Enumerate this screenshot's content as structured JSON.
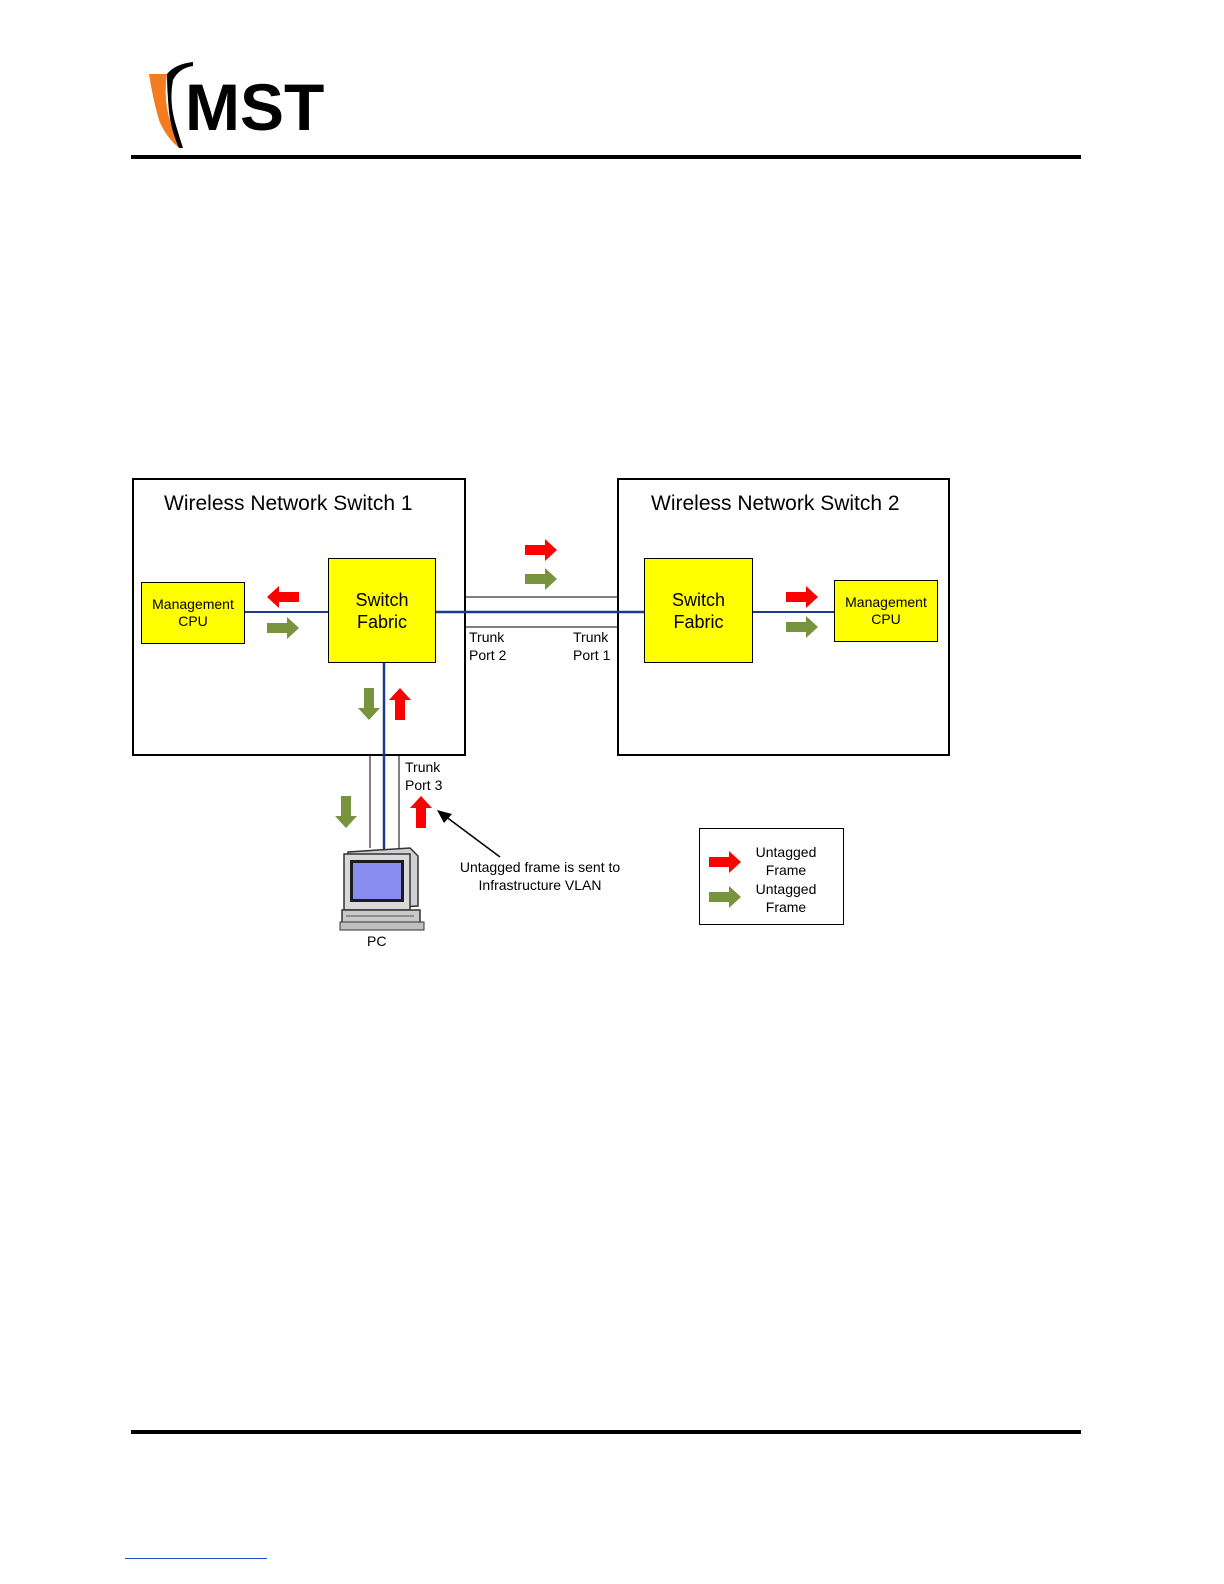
{
  "header": {
    "logo_text": "MST",
    "logo_colors": {
      "orange": "#f47b20",
      "black": "#000000"
    }
  },
  "diagram": {
    "switch1": {
      "title": "Wireless Network Switch 1",
      "mgmt_label": "Management\nCPU",
      "fabric_label": "Switch\nFabric"
    },
    "switch2": {
      "title": "Wireless Network Switch 2",
      "mgmt_label": "Management\nCPU",
      "fabric_label": "Switch\nFabric"
    },
    "ports": {
      "trunk2": "Trunk\nPort 2",
      "trunk1": "Trunk\nPort 1",
      "trunk3": "Trunk\nPort 3"
    },
    "pc_label": "PC",
    "annotation": "Untagged frame is sent to\nInfrastructure VLAN",
    "legend": {
      "red_label": "Untagged\nFrame",
      "green_label": "Untagged\nFrame"
    },
    "colors": {
      "box_fill": "#ffff00",
      "link_line": "#1f3a8a",
      "red_arrow": "#ff0000",
      "green_arrow": "#77933c"
    }
  }
}
